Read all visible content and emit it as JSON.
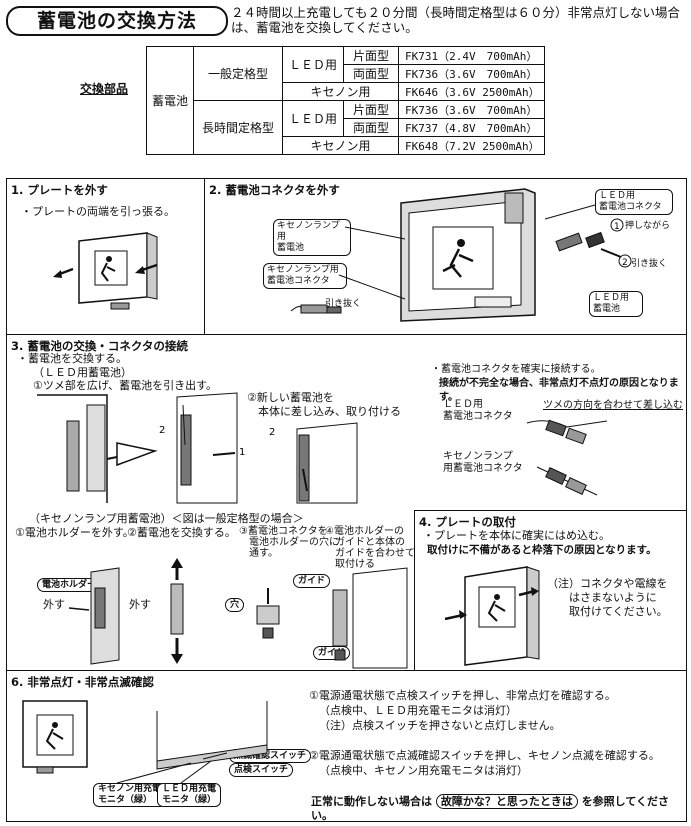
{
  "header": {
    "title": "蓄電池の交換方法",
    "intro": "２４時間以上充電しても２０分間（長時間定格型は６０分）非常点灯しない場合は、蓄電池を交換してください。"
  },
  "parts_table": {
    "label": "交換部品",
    "category": "蓄電池",
    "groups": [
      {
        "type": "一般定格型",
        "led_label": "ＬＥＤ用",
        "xenon_label": "キセノン用",
        "led_single": "片面型",
        "led_double": "両面型",
        "led_single_model": "FK731（2.4V　700mAh）",
        "led_double_model": "FK736（3.6V　700mAh）",
        "xenon_model": "FK646（3.6V 2500mAh）"
      },
      {
        "type": "長時間定格型",
        "led_label": "ＬＥＤ用",
        "xenon_label": "キセノン用",
        "led_single": "片面型",
        "led_double": "両面型",
        "led_single_model": "FK736（3.6V　700mAh）",
        "led_double_model": "FK737（4.8V　700mAh）",
        "xenon_model": "FK648（7.2V 2500mAh）"
      }
    ]
  },
  "step1": {
    "title": "1. プレートを外す",
    "text": "・プレートの両端を引っ張る。"
  },
  "step2": {
    "title": "2. 蓄電池コネクタを外す",
    "label_xenon_battery": "キセノンランプ用\n蓄電池",
    "label_xenon_connector": "キセノンランプ用\n蓄電池コネクタ",
    "pull_out_1": "引き抜く",
    "label_led_connector": "ＬＥＤ用\n蓄電池コネクタ",
    "press_text": "押しながら",
    "pull_out_2": "引き抜く",
    "label_led_battery": "ＬＥＤ用\n蓄電池",
    "circle1": "1",
    "circle2": "2"
  },
  "step3": {
    "title": "3. 蓄電池の交換・コネクタの接続",
    "line1": "・蓄電池を交換する。",
    "line2": "（ＬＥＤ用蓄電池）",
    "sub1": "①ツメ部を広げ、蓄電池を引き出す。",
    "sub2": "②新しい蓄電池を\n　本体に差し込み、取り付ける",
    "right1": "・蓄電池コネクタを確実に接続する。",
    "right2": "接続が不完全な場合、非常点灯不点灯の原因となります。",
    "led_conn": "ＬＥＤ用\n蓄電池コネクタ",
    "tsume": "ツメの方向を合わせて差し込む",
    "xenon_conn": "キセノンランプ\n用蓄電池コネクタ",
    "xenon_head": "（キセノンランプ用蓄電池）＜図は一般定格型の場合＞",
    "x1": "①電池ホルダーを外す。",
    "x2": "②蓄電池を交換する。",
    "x3": "③蓄電池コネクタを\n　電池ホルダーの穴に\n　通す。",
    "x4": "④電池ホルダーの\n　ガイドと本体の\n　ガイドを合わせて\n　取付ける",
    "holder": "電池ホルダー",
    "remove": "外す",
    "hole": "穴",
    "guide": "ガイド",
    "num1": "1",
    "num2": "2"
  },
  "step4": {
    "title": "4. プレートの取付",
    "line1": "・プレートを本体に確実にはめ込む。",
    "line2": "取付けに不備があると枠落下の原因となります。",
    "note": "（注）コネクタや電線を\n　　はさまないように\n　　取付けてください。"
  },
  "step6": {
    "title": "6. 非常点灯・非常点滅確認",
    "p1": "①電源通電状態で点検スイッチを押し、非常点灯を確認する。",
    "p1b": "（点検中、ＬＥＤ用充電モニタは消灯）",
    "p1c": "（注）点検スイッチを押さないと点灯しません。",
    "p2": "②電源通電状態で点滅確認スイッチを押し、キセノン点滅を確認する。",
    "p2b": "（点検中、キセノン用充電モニタは消灯）",
    "final_pre": "正常に動作しない場合は",
    "final_box": "故障かな？と思ったときは",
    "final_post": "を参照してください。",
    "sw_blink": "点滅確認スイッチ",
    "sw_check": "点検スイッチ",
    "mon_xenon": "キセノン用充電\nモニタ（緑）",
    "mon_led": "ＬＥＤ用充電\nモニタ（緑）"
  }
}
